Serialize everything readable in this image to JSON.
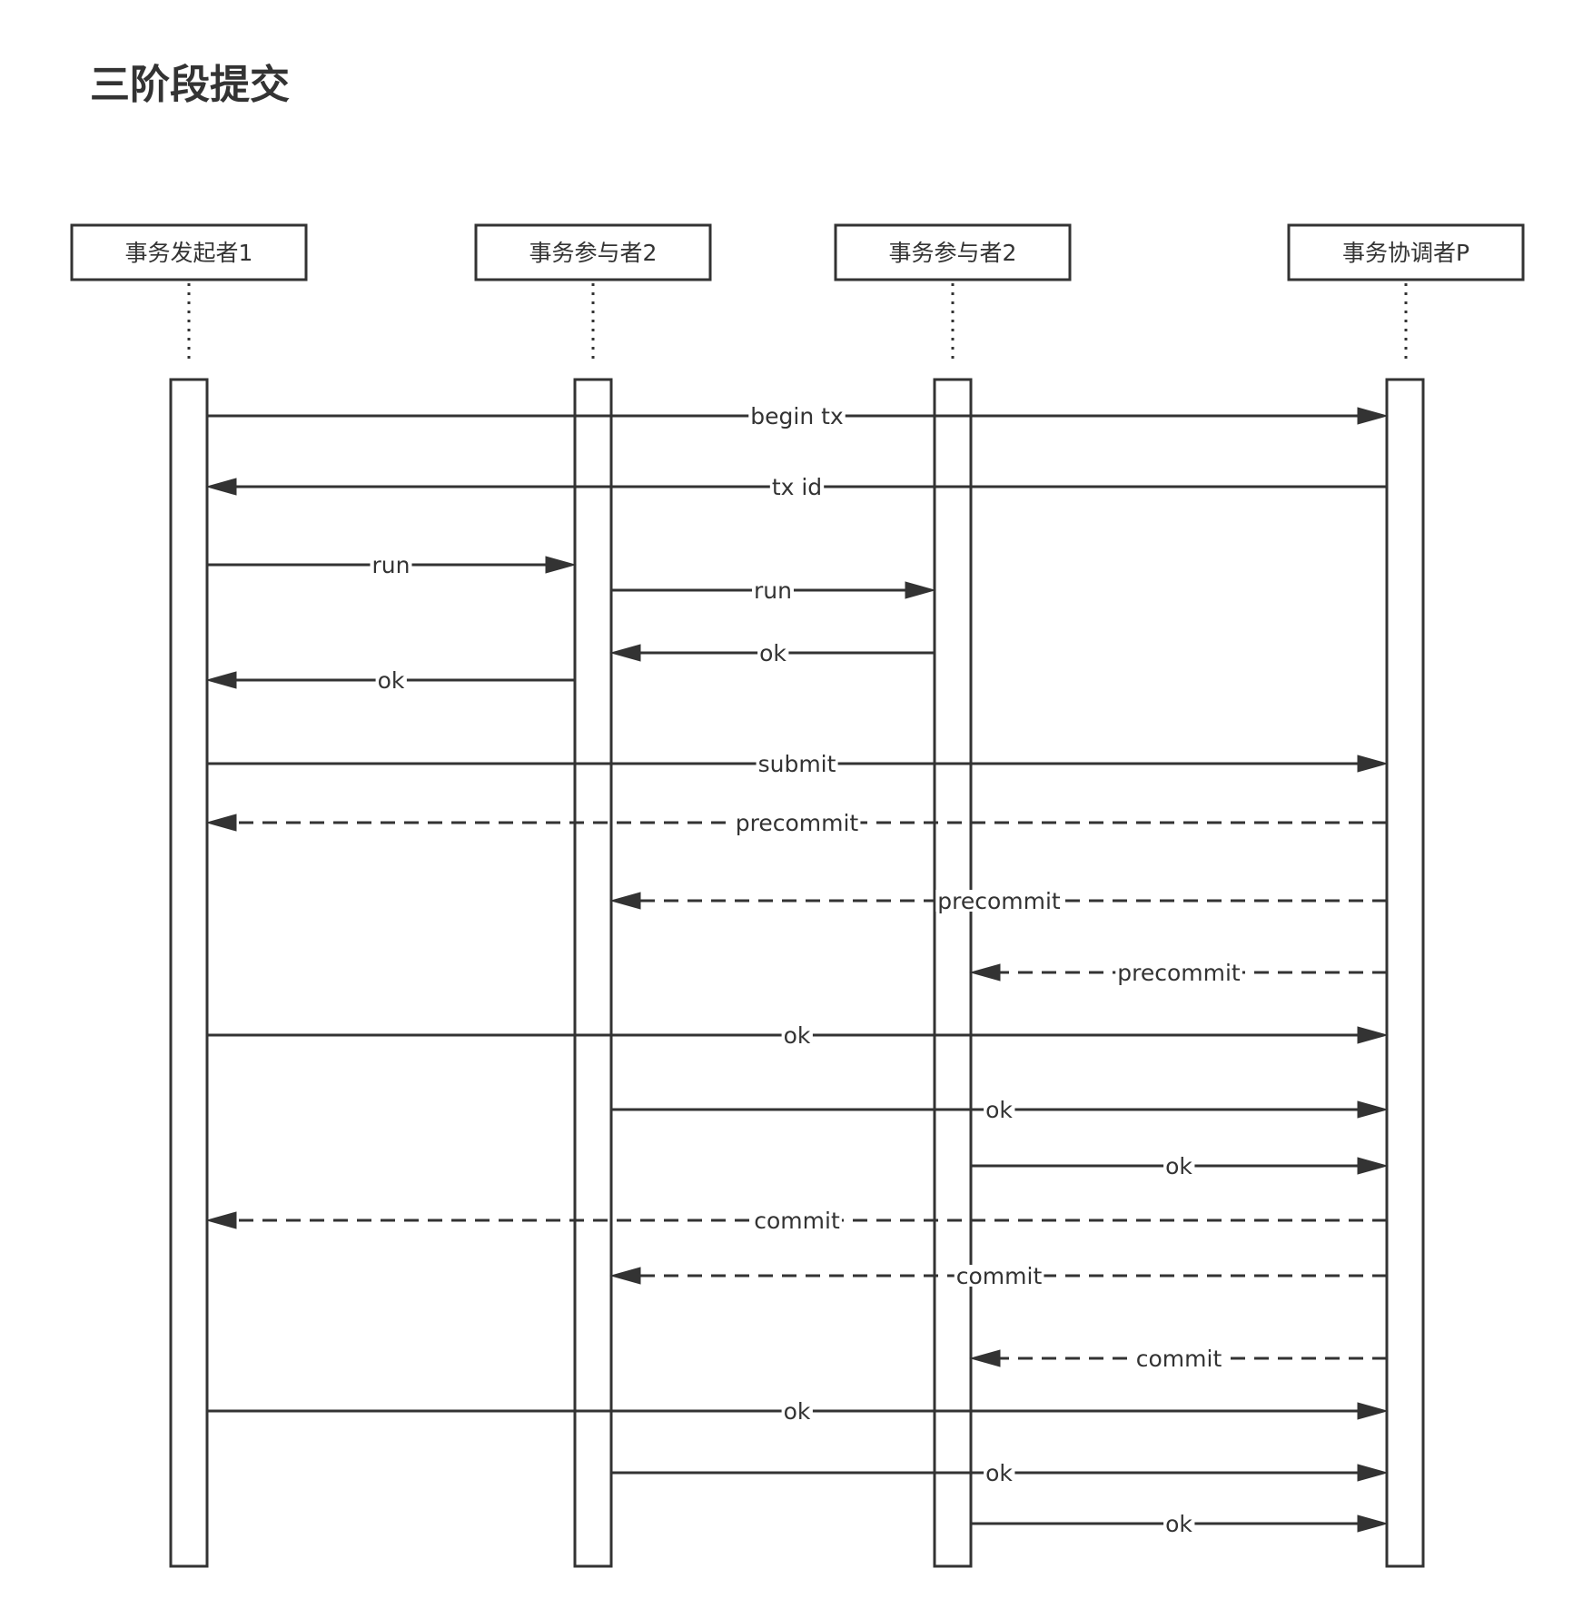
{
  "title": "三阶段提交",
  "participants": [
    {
      "id": "initiator",
      "label": "事务发起者1"
    },
    {
      "id": "participant_a",
      "label": "事务参与者2"
    },
    {
      "id": "participant_b",
      "label": "事务参与者2"
    },
    {
      "id": "coordinator",
      "label": "事务协调者P"
    }
  ],
  "messages": [
    {
      "label": "begin tx",
      "from": "initiator",
      "to": "coordinator",
      "style": "solid"
    },
    {
      "label": "tx id",
      "from": "coordinator",
      "to": "initiator",
      "style": "solid"
    },
    {
      "label": "run",
      "from": "initiator",
      "to": "participant_a",
      "style": "solid"
    },
    {
      "label": "run",
      "from": "participant_a",
      "to": "participant_b",
      "style": "solid"
    },
    {
      "label": "ok",
      "from": "participant_b",
      "to": "participant_a",
      "style": "solid"
    },
    {
      "label": "ok",
      "from": "participant_a",
      "to": "initiator",
      "style": "solid"
    },
    {
      "label": "submit",
      "from": "initiator",
      "to": "coordinator",
      "style": "solid"
    },
    {
      "label": "precommit",
      "from": "coordinator",
      "to": "initiator",
      "style": "dashed"
    },
    {
      "label": "precommit",
      "from": "coordinator",
      "to": "participant_a",
      "style": "dashed"
    },
    {
      "label": "precommit",
      "from": "coordinator",
      "to": "participant_b",
      "style": "dashed"
    },
    {
      "label": "ok",
      "from": "initiator",
      "to": "coordinator",
      "style": "solid"
    },
    {
      "label": "ok",
      "from": "participant_a",
      "to": "coordinator",
      "style": "solid"
    },
    {
      "label": "ok",
      "from": "participant_b",
      "to": "coordinator",
      "style": "solid"
    },
    {
      "label": "commit",
      "from": "coordinator",
      "to": "initiator",
      "style": "dashed"
    },
    {
      "label": "commit",
      "from": "coordinator",
      "to": "participant_a",
      "style": "dashed"
    },
    {
      "label": "commit",
      "from": "coordinator",
      "to": "participant_b",
      "style": "dashed"
    },
    {
      "label": "ok",
      "from": "initiator",
      "to": "coordinator",
      "style": "solid"
    },
    {
      "label": "ok",
      "from": "participant_a",
      "to": "coordinator",
      "style": "solid"
    },
    {
      "label": "ok",
      "from": "participant_b",
      "to": "coordinator",
      "style": "solid"
    }
  ]
}
